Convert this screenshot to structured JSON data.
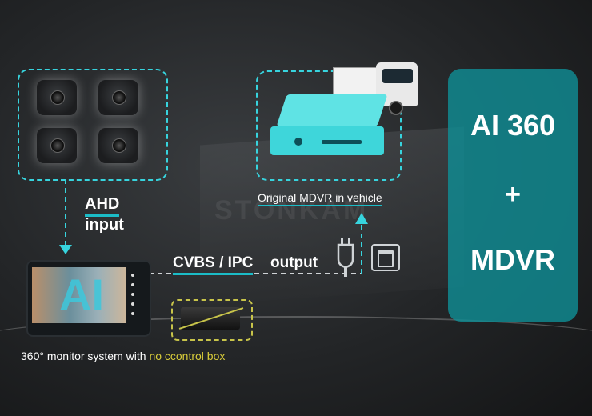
{
  "labels": {
    "ahd": "AHD",
    "input": "input",
    "original_mdvr": "Original MDVR  in vehicle",
    "cvbs_ipc": "CVBS / IPC",
    "output": "output",
    "monitor_caption_main": "360° monitor system with ",
    "monitor_caption_highlight": "no ccontrol box"
  },
  "watermark": "STONKAM",
  "panel": {
    "line1": "AI 360",
    "plus": "+",
    "line2": "MDVR"
  },
  "screen_text": "AI",
  "icons": [
    "camera-icon",
    "mdvr-box-icon",
    "truck-icon",
    "plug-icon",
    "rj45-port-icon",
    "monitor-icon",
    "control-box-icon"
  ],
  "colors": {
    "accent_cyan": "#37d4de",
    "panel_teal": "#108c94",
    "highlight_yellow": "#d8cc3a"
  }
}
